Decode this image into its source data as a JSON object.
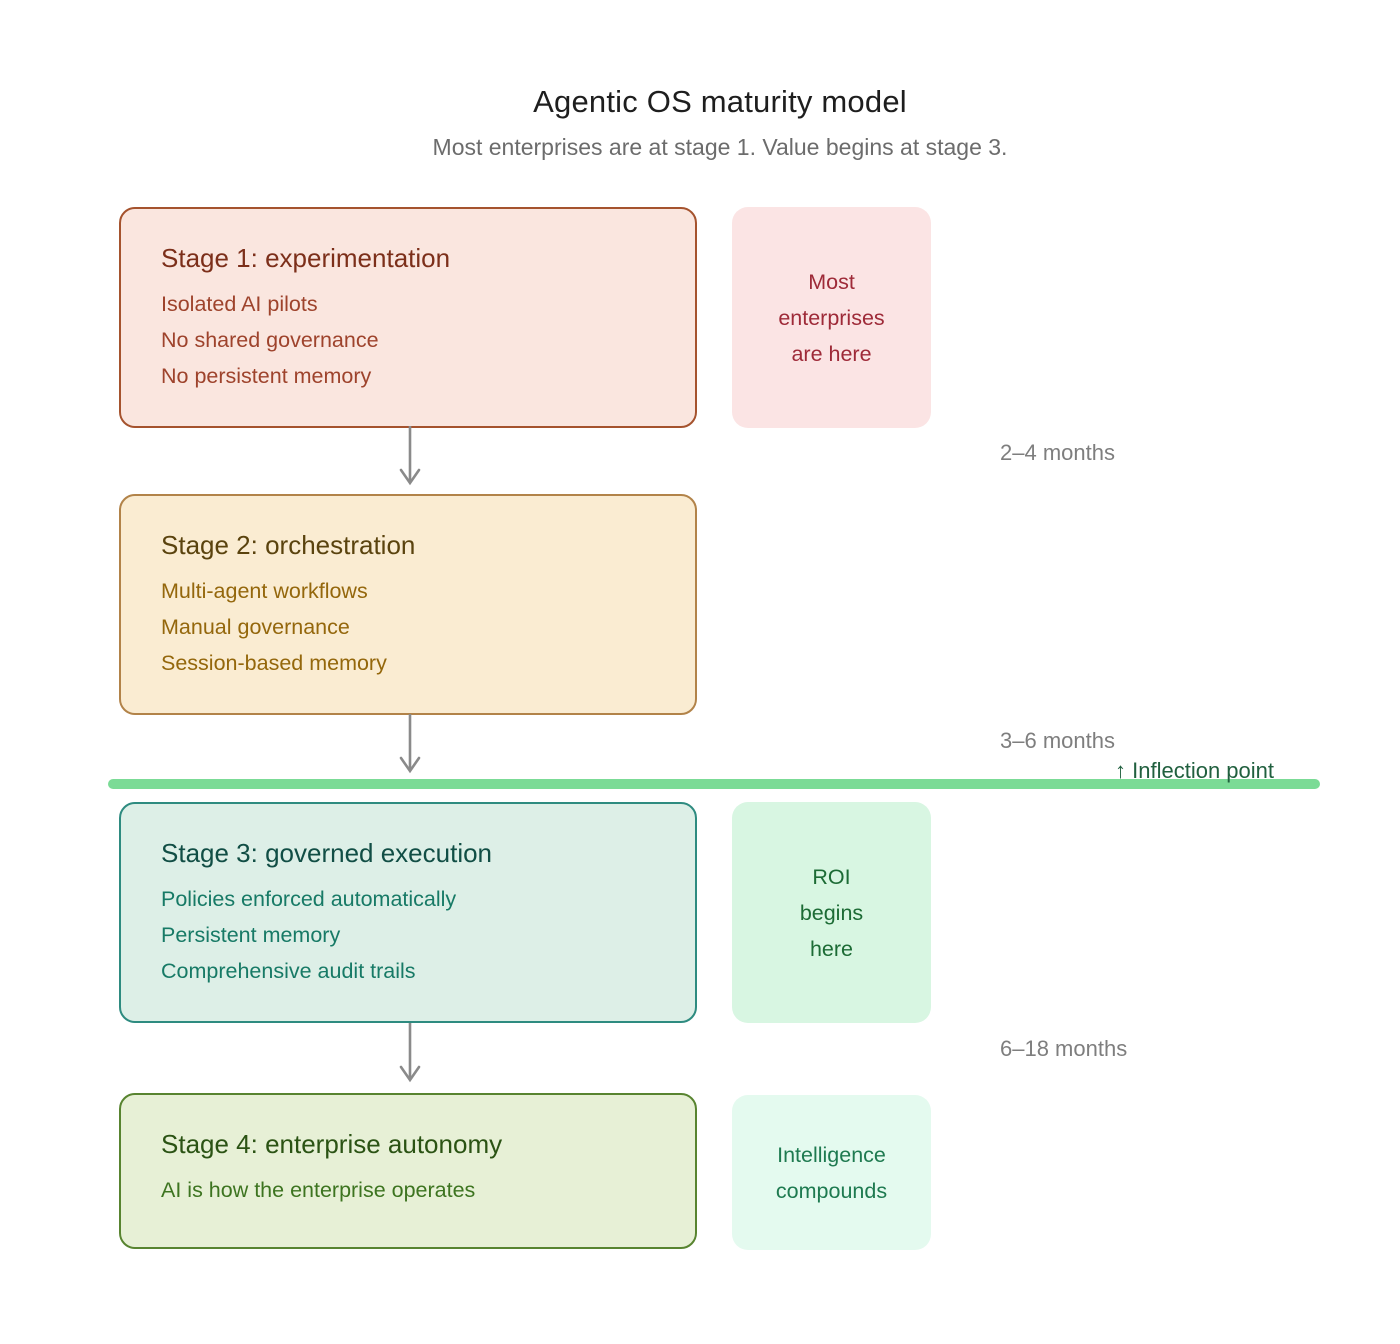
{
  "page": {
    "title": "Agentic OS maturity model",
    "subtitle": "Most enterprises are at stage 1. Value begins at stage 3."
  },
  "stages": [
    {
      "title": "Stage 1: experimentation",
      "items": [
        "Isolated AI pilots",
        "No shared governance",
        "No persistent memory"
      ],
      "duration": "2–4 months",
      "note_lines": [
        "Most",
        "enterprises",
        "are here"
      ],
      "colors": {
        "box_bg": "#fae6df",
        "box_border": "#a5532e",
        "title": "#7c2f1a",
        "item": "#9e432c",
        "note_bg": "#fbe4e4",
        "note_text": "#9e2a38"
      }
    },
    {
      "title": "Stage 2: orchestration",
      "items": [
        "Multi-agent workflows",
        "Manual governance",
        "Session-based memory"
      ],
      "duration": "3–6 months",
      "colors": {
        "box_bg": "#faecd2",
        "box_border": "#b28349",
        "title": "#5a430e",
        "item": "#94670c"
      }
    },
    {
      "title": "Stage 3: governed execution",
      "items": [
        "Policies enforced automatically",
        "Persistent memory",
        "Comprehensive audit trails"
      ],
      "duration": "6–18 months",
      "note_lines": [
        "ROI",
        "begins",
        "here"
      ],
      "colors": {
        "box_bg": "#ddefe7",
        "box_border": "#2e8b80",
        "title": "#114e45",
        "item": "#177a66",
        "note_bg": "#d8f6e2",
        "note_text": "#1c6b35"
      }
    },
    {
      "title": "Stage 4: enterprise autonomy",
      "items": [
        "AI is how the enterprise operates"
      ],
      "note_lines": [
        "Intelligence",
        "compounds"
      ],
      "colors": {
        "box_bg": "#e7f0d6",
        "box_border": "#588430",
        "title": "#2b5314",
        "item": "#3d7420",
        "note_bg": "#e4faef",
        "note_text": "#1e7a50"
      }
    }
  ],
  "inflection": {
    "label": "↑ Inflection point",
    "line_color": "#7bdb96",
    "text_color": "#21603f"
  },
  "arrow_color": "#8a8a8a"
}
